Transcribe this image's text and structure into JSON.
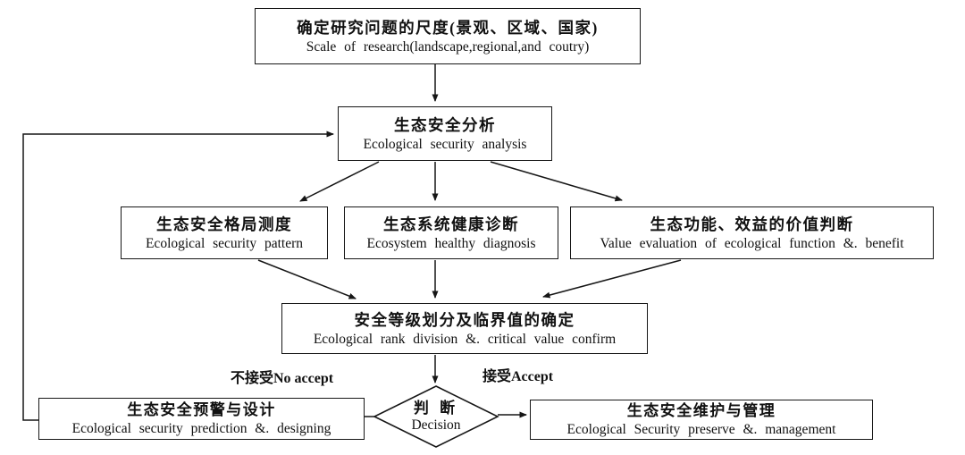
{
  "diagram": {
    "title_semantic": "ecological-security-research-flowchart",
    "background_color": "#ffffff",
    "line_color": "#161616",
    "nodes": {
      "scale": {
        "zh": "确定研究问题的尺度(景观、区域、国家)",
        "en": "Scale of research(landscape,regional,and coutry)"
      },
      "analysis": {
        "zh": "生态安全分析",
        "en": "Ecological security analysis"
      },
      "pattern": {
        "zh": "生态安全格局测度",
        "en": "Ecological security pattern"
      },
      "health": {
        "zh": "生态系统健康诊断",
        "en": "Ecosystem healthy diagnosis"
      },
      "value": {
        "zh": "生态功能、效益的价值判断",
        "en": "Value evaluation of ecological function &. benefit"
      },
      "rank": {
        "zh": "安全等级划分及临界值的确定",
        "en": "Ecological rank division &. critical value confirm"
      },
      "decision": {
        "zh": "判 断",
        "en": "Decision"
      },
      "prediction": {
        "zh": "生态安全预警与设计",
        "en": "Ecological security prediction &. designing"
      },
      "preserve": {
        "zh": "生态安全维护与管理",
        "en": "Ecological Security preserve &. management"
      }
    },
    "labels": {
      "no_accept": "不接受No accept",
      "accept": "接受Accept"
    }
  }
}
